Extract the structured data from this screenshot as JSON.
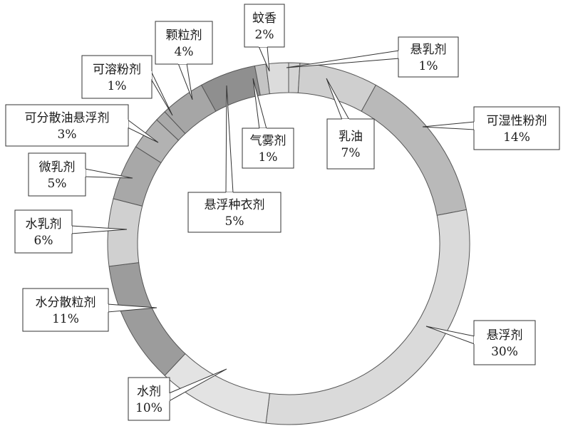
{
  "chart_data": {
    "type": "pie",
    "variant": "donut",
    "legend": "none",
    "slices": [
      {
        "label": "悬乳剂",
        "percent_text": "1%",
        "value": 1,
        "color": "#d4d4d4"
      },
      {
        "label": "乳油",
        "percent_text": "7%",
        "value": 7,
        "color": "#cfcfcf"
      },
      {
        "label": "可湿性粉剂",
        "percent_text": "14%",
        "value": 14,
        "color": "#b9b9b9"
      },
      {
        "label": "悬浮剂",
        "percent_text": "30%",
        "value": 30,
        "color": "#dadada"
      },
      {
        "label": "水剂",
        "percent_text": "10%",
        "value": 10,
        "color": "#e3e3e3"
      },
      {
        "label": "水分散粒剂",
        "percent_text": "11%",
        "value": 11,
        "color": "#9c9c9c"
      },
      {
        "label": "水乳剂",
        "percent_text": "6%",
        "value": 6,
        "color": "#d0d0d0"
      },
      {
        "label": "微乳剂",
        "percent_text": "5%",
        "value": 5,
        "color": "#a8a8a8"
      },
      {
        "label": "可分散油悬浮剂",
        "percent_text": "3%",
        "value": 3,
        "color": "#b2b2b2"
      },
      {
        "label": "可溶粉剂",
        "percent_text": "1%",
        "value": 1,
        "color": "#aaaaaa"
      },
      {
        "label": "颗粒剂",
        "percent_text": "4%",
        "value": 4,
        "color": "#a6a6a6"
      },
      {
        "label": "悬浮种衣剂",
        "percent_text": "5%",
        "value": 5,
        "color": "#8f8f8f"
      },
      {
        "label": "气雾剂",
        "percent_text": "1%",
        "value": 1,
        "color": "#c4c4c4"
      },
      {
        "label": "蚊香",
        "percent_text": "2%",
        "value": 2,
        "color": "#dcdcdc"
      }
    ]
  }
}
